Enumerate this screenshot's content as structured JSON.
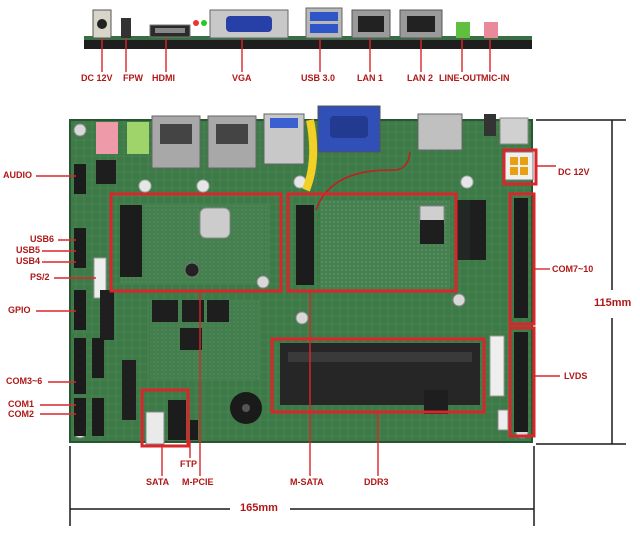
{
  "title": "",
  "colors": {
    "label": "#b01818",
    "callout": "#d9262b",
    "pcb": "#3f7a4a",
    "pcb_dark": "#2d5f38",
    "bracket": "#1a1a1a"
  },
  "top_labels": {
    "dc12v": "DC 12V",
    "fpw": "FPW",
    "hdmi": "HDMI",
    "vga": "VGA",
    "usb3": "USB 3.0",
    "lan1": "LAN 1",
    "lan2": "LAN 2",
    "lineout": "LINE-OUT",
    "micin": "MIC-IN"
  },
  "left_labels": {
    "audio": "AUDIO",
    "usb6": "USB6",
    "usb5": "USB5",
    "usb4": "USB4",
    "ps2": "PS/2",
    "gpio": "GPIO",
    "com36": "COM3~6",
    "com1": "COM1",
    "com2": "COM2"
  },
  "right_labels": {
    "dc12v": "DC 12V",
    "com710": "COM7~10",
    "lvds": "LVDS"
  },
  "bottom_labels": {
    "sata": "SATA",
    "ftp": "FTP",
    "mpcie": "M-PCIE",
    "msata": "M-SATA",
    "ddr3": "DDR3"
  },
  "dimensions": {
    "width": "165mm",
    "height": "115mm"
  }
}
